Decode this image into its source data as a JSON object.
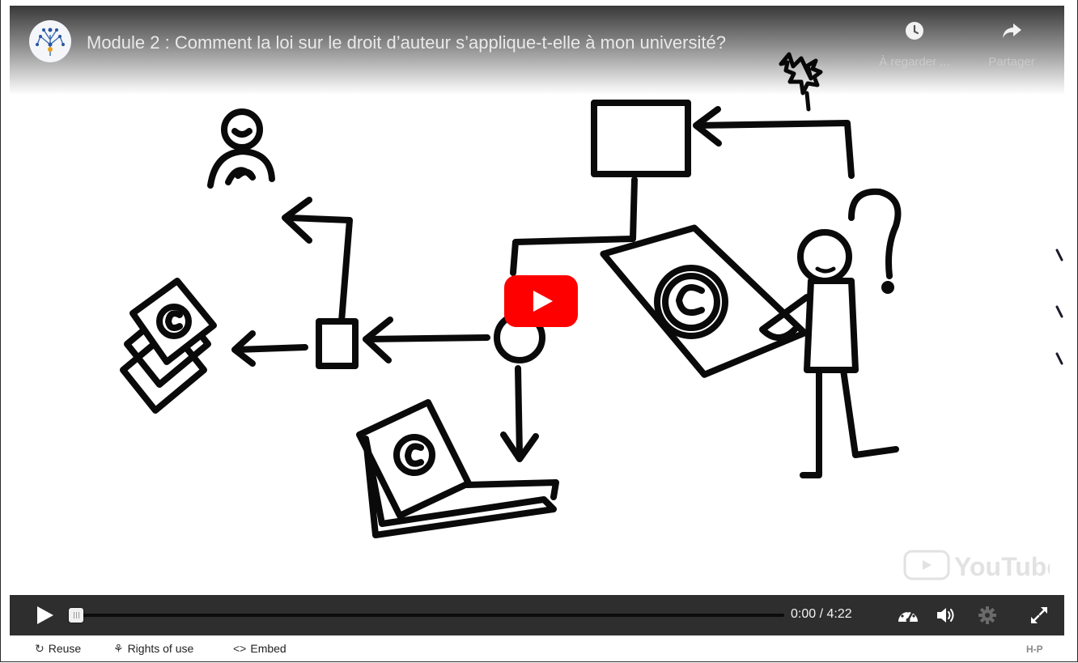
{
  "video": {
    "title": "Module 2 : Comment la loi sur le droit d’auteur s’applique-t-elle à mon université?",
    "actions": [
      {
        "label": "À regarder ...",
        "icon": "clock-icon"
      },
      {
        "label": "Partager",
        "icon": "share-icon"
      }
    ],
    "watermark": "YouTube",
    "drawing_letter": "C"
  },
  "player": {
    "time": "0:00 / 4:22",
    "progress": 0,
    "accent": "#ff0000"
  },
  "footer": {
    "reuse_label": "Reuse",
    "rights_label": "Rights of use",
    "embed_label": "Embed",
    "embed_icon": "<>",
    "brand": "H-P"
  }
}
